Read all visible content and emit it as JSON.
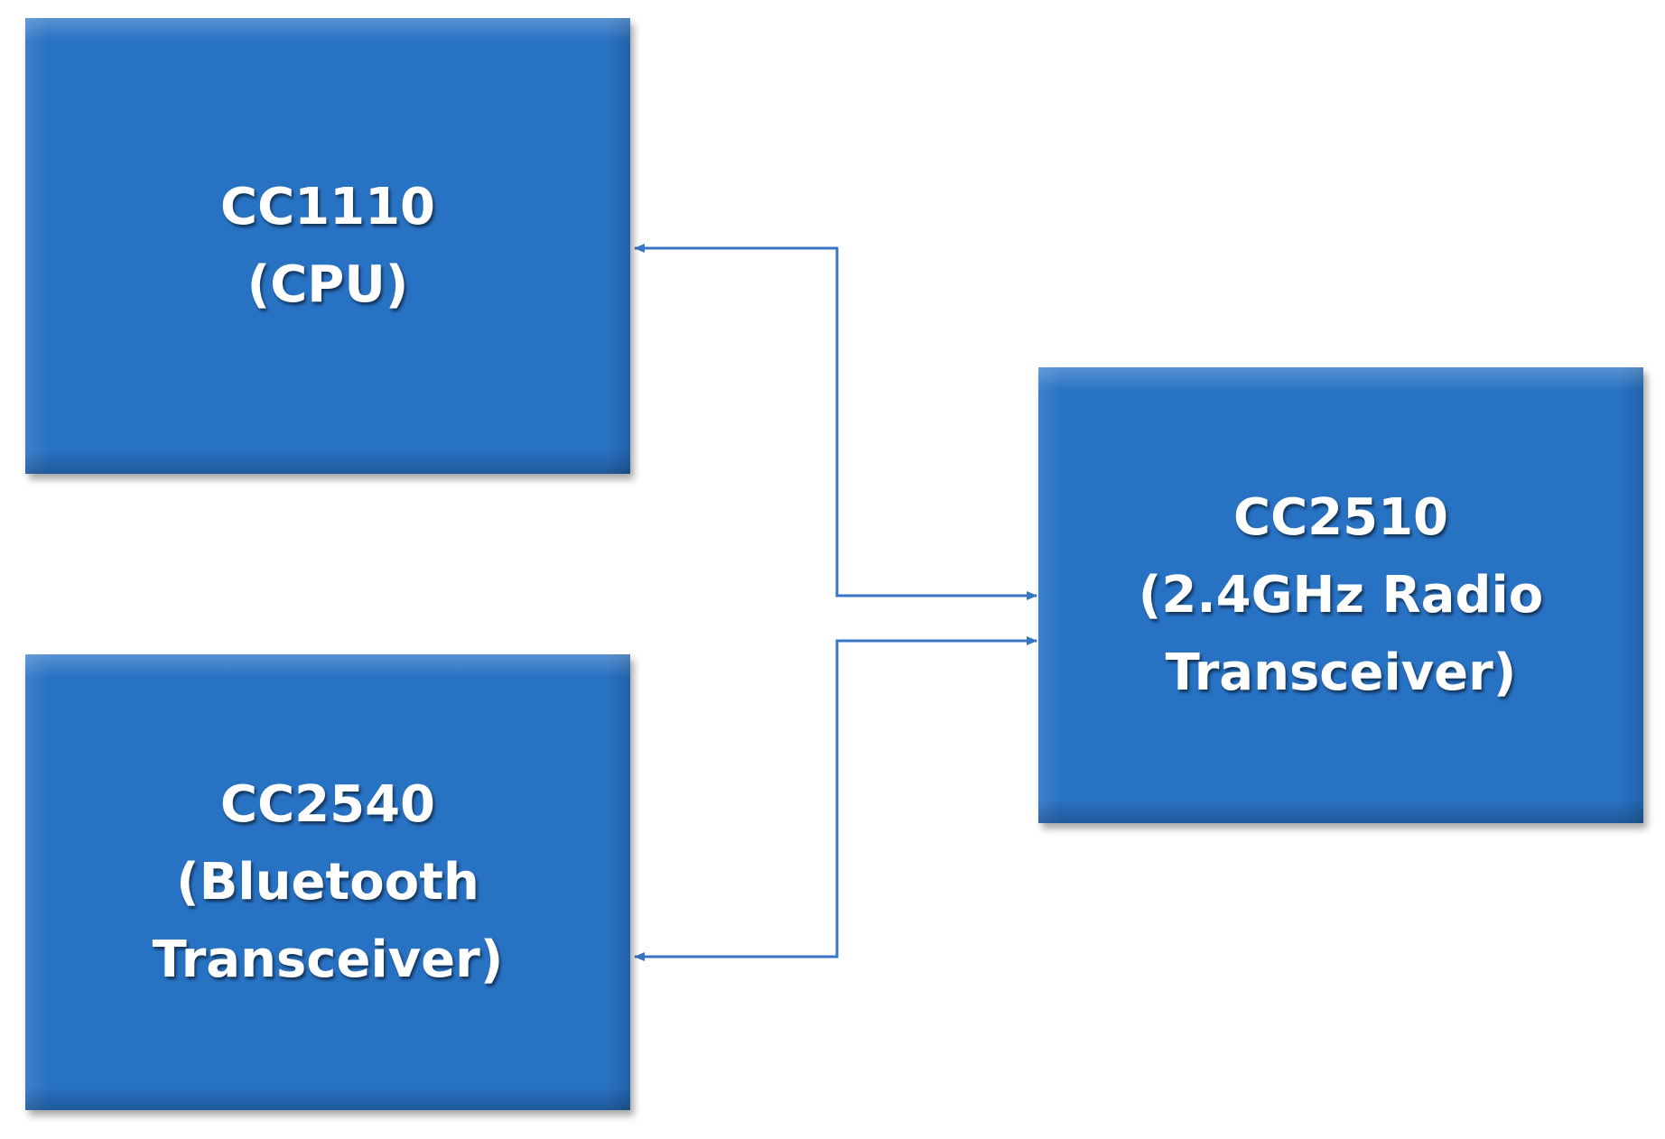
{
  "blocks": {
    "cc1110": {
      "line1": "CC1110",
      "line2": "(CPU)"
    },
    "cc2540": {
      "line1": "CC2540",
      "line2": "(Bluetooth",
      "line3": "Transceiver)"
    },
    "cc2510": {
      "line1": "CC2510",
      "line2": "(2.4GHz Radio",
      "line3": "Transceiver)"
    }
  },
  "colors": {
    "block_fill": "#2872c4",
    "connector": "#3a74c5",
    "text": "#ffffff"
  }
}
